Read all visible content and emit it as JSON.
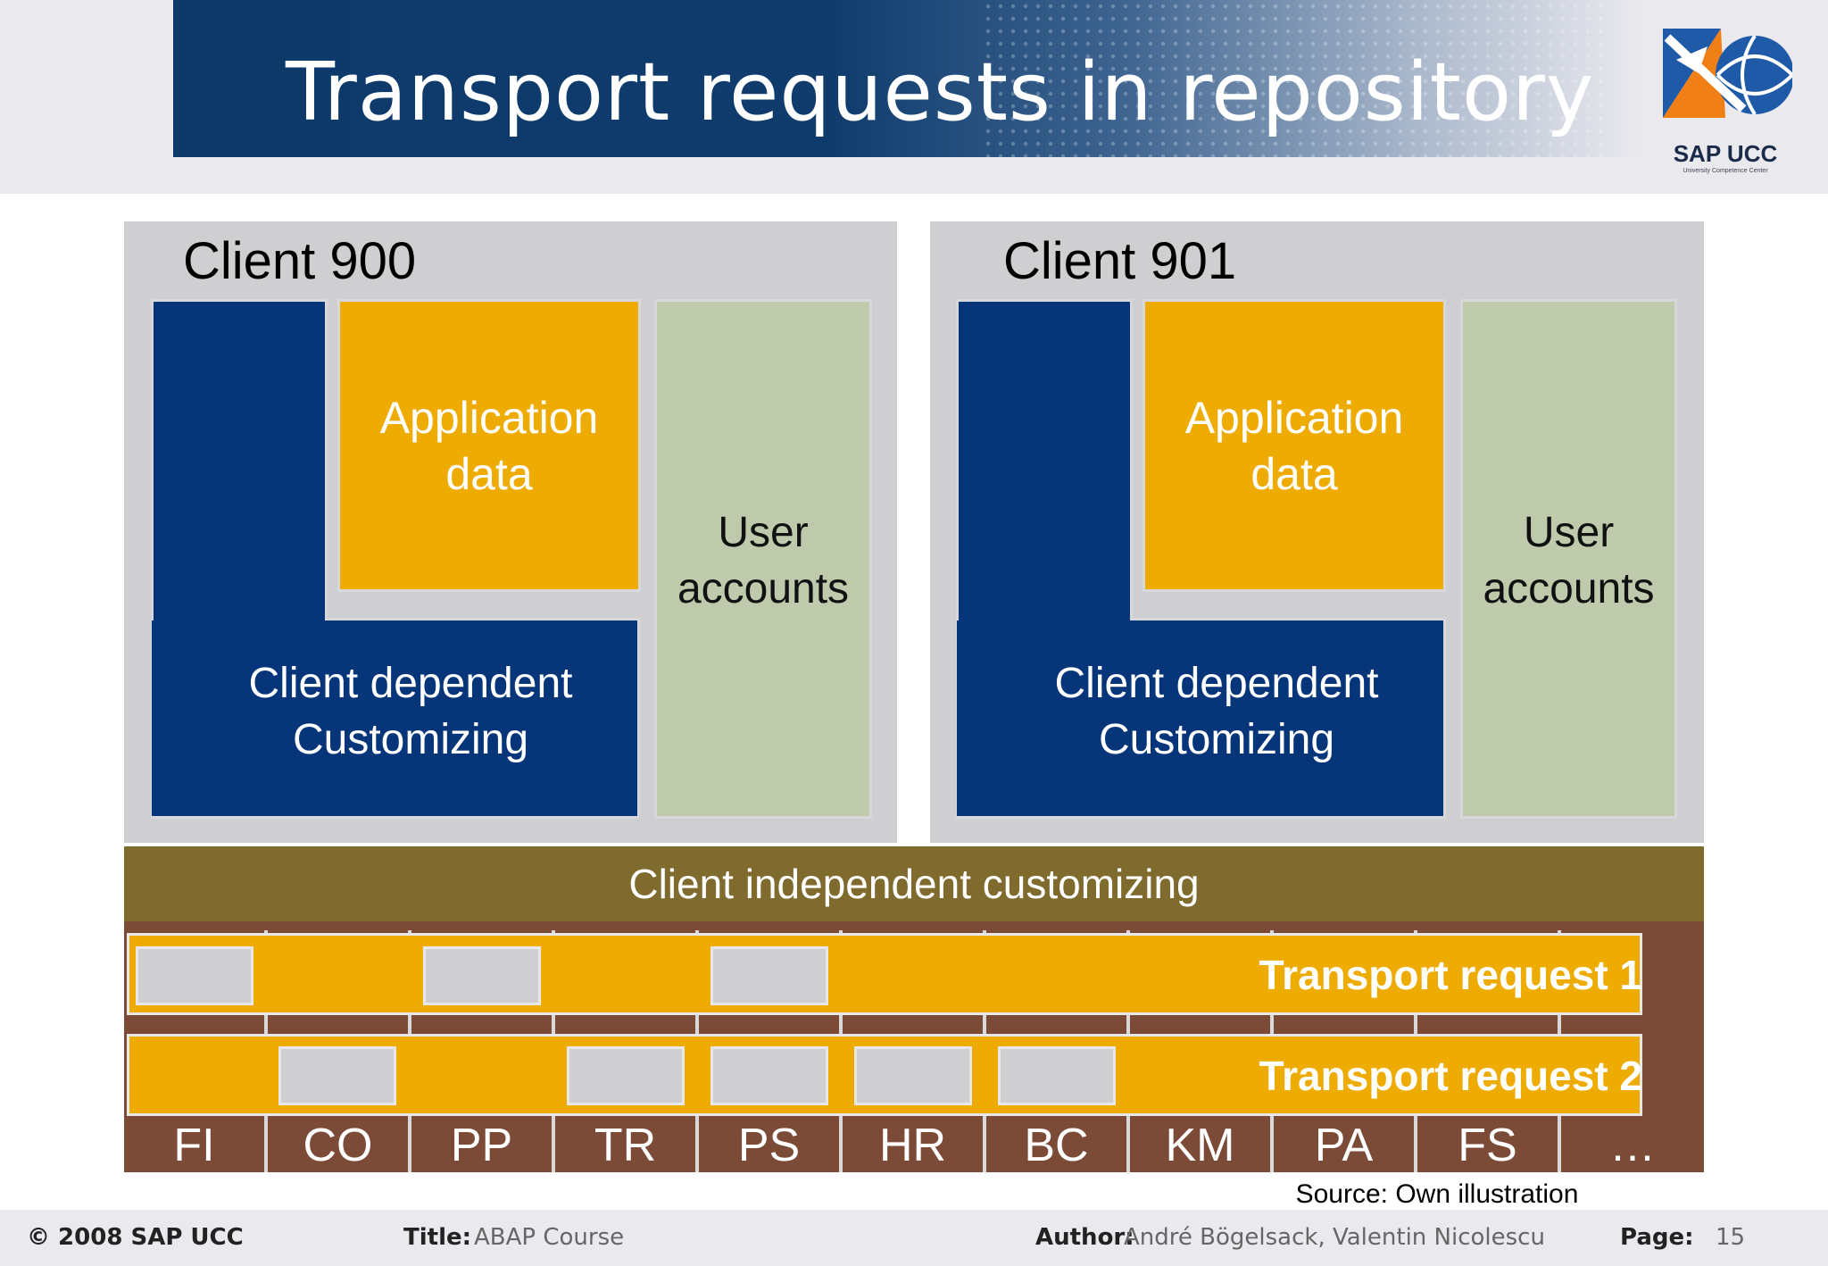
{
  "header": {
    "title": "Transport requests in repository",
    "logo_text": "SAP UCC",
    "logo_subtext": "University Competence Center"
  },
  "clients": [
    {
      "title": "Client 900",
      "application_data": [
        "Application",
        "data"
      ],
      "customizing": [
        "Client dependent",
        "Customizing"
      ],
      "user_accounts": [
        "User",
        "accounts"
      ]
    },
    {
      "title": "Client 901",
      "application_data": [
        "Application",
        "data"
      ],
      "customizing": [
        "Client dependent",
        "Customizing"
      ],
      "user_accounts": [
        "User",
        "accounts"
      ]
    }
  ],
  "client_independent": "Client independent customizing",
  "transport_requests": [
    "Transport request 1",
    "Transport request 2"
  ],
  "modules": [
    "FI",
    "CO",
    "PP",
    "TR",
    "PS",
    "HR",
    "BC",
    "KM",
    "PA",
    "FS",
    "…"
  ],
  "source": "Source: Own illustration",
  "footer": {
    "copyright": "© 2008 SAP UCC",
    "title_label": "Title:",
    "title_value": "ABAP Course",
    "author_label": "Author:",
    "author_value": "André Bögelsack, Valentin Nicolescu",
    "page_label": "Page:",
    "page_value": "15"
  },
  "colors": {
    "blue": "#06357a",
    "gold": "#eeab02",
    "green": "#bfcaad",
    "olive": "#7f6b2e",
    "brown": "#7b4b38"
  }
}
